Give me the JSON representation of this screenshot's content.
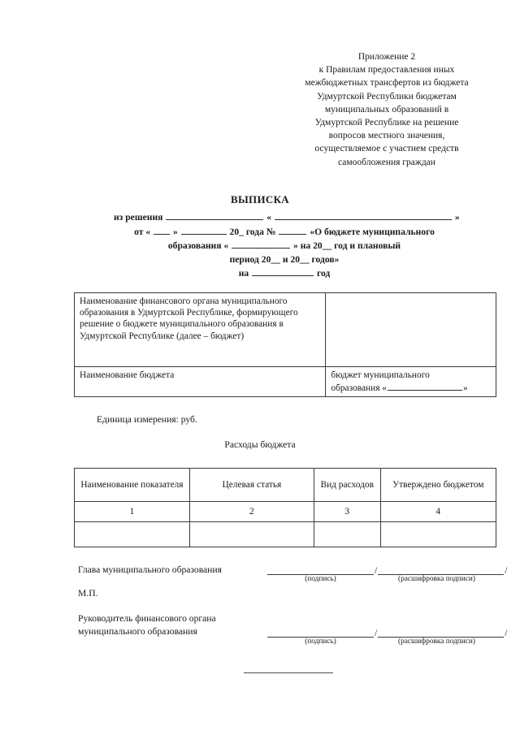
{
  "document": {
    "appendix": {
      "lines": [
        "Приложение 2",
        "к Правилам предоставления иных",
        "межбюджетных трансфертов из бюджета",
        "Удмуртской Республики бюджетам",
        "муниципальных образований в",
        "Удмуртской Республике на решение",
        "вопросов местного значения,",
        "осуществляемое с участием средств",
        "самообложения граждан"
      ]
    },
    "title": {
      "heading": "ВЫПИСКА",
      "line1_prefix": "из решения",
      "line1_quote_open": "«",
      "line1_quote_close": "»",
      "line2_a": "от «",
      "line2_b": "»",
      "line2_c": "20_  года №",
      "line2_d": "«О бюджете муниципального",
      "line3_a": "образования «",
      "line3_b": "» на 20__  год и плановый",
      "line4": "период 20__  и 20__  годов»",
      "line5_a": "на",
      "line5_b": "год"
    },
    "org_table": {
      "rows": [
        {
          "label": "Наименование финансового органа муниципального образования в Удмуртской Республике, формирующего решение  о бюджете муниципального образования в Удмуртской Республике (далее – бюджет)",
          "value": ""
        },
        {
          "label": "Наименование бюджета",
          "value_prefix": "бюджет муниципального",
          "value_suffix_a": "образования «",
          "value_suffix_b": "»"
        }
      ]
    },
    "unit_of_measure": "Единица измерения: руб.",
    "section_caption": "Расходы бюджета",
    "expenses_table": {
      "headers": [
        "Наименование показателя",
        "Целевая статья",
        "Вид расходов",
        "Утверждено бюджетом"
      ],
      "numbering": [
        "1",
        "2",
        "3",
        "4"
      ],
      "empty_row": [
        "",
        "",
        "",
        ""
      ]
    },
    "signatures": {
      "head": {
        "label": "Глава муниципального образования",
        "caption_signature": "(подпись)",
        "caption_decoding": "(расшифровка подписи)",
        "slash": "/",
        "trailing_slash": "/"
      },
      "stamp": "М.П.",
      "finance_head": {
        "label_line1": "Руководитель финансового органа",
        "label_line2": "муниципального образования",
        "caption_signature": "(подпись)",
        "caption_decoding": "(расшифровка подписи)",
        "slash": "/",
        "trailing_slash": "/"
      }
    }
  }
}
